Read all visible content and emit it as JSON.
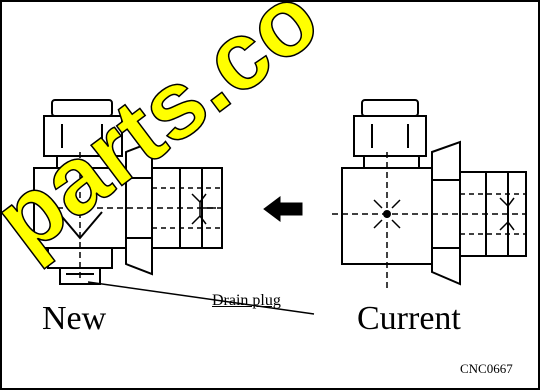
{
  "labels": {
    "new": "New",
    "current": "Current",
    "drain_plug": "Drain plug",
    "code": "CNC0667"
  },
  "watermark": {
    "text": "parts.co",
    "color": "#ffff00",
    "outline_color": "#000000"
  },
  "icons": {
    "arrow": "left-arrow-icon"
  }
}
